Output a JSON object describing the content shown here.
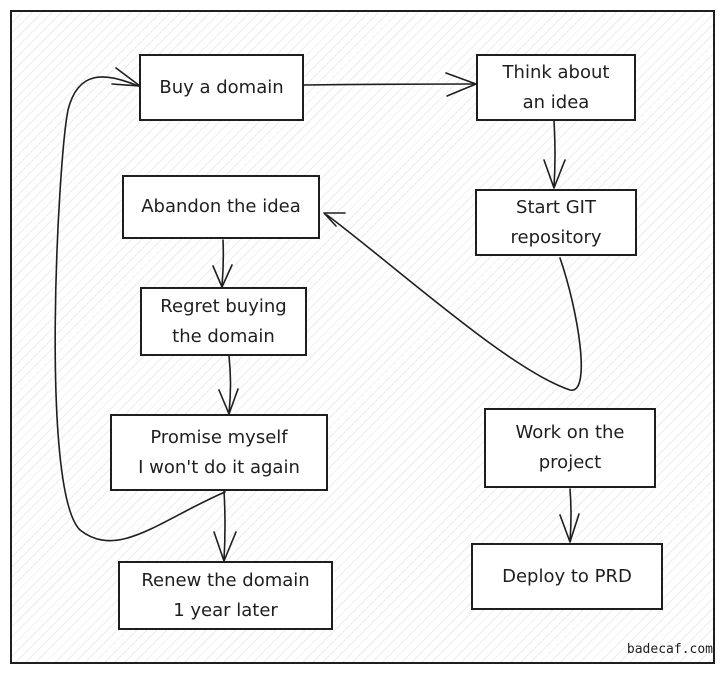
{
  "diagram": {
    "nodes": {
      "buy_domain": "Buy a domain",
      "think_idea": "Think about\nan idea",
      "start_git": "Start GIT\nrepository",
      "abandon_idea": "Abandon the idea",
      "regret": "Regret buying\nthe domain",
      "promise": "Promise myself\nI won't do it again",
      "renew": "Renew the domain\n1 year later",
      "work_project": "Work on the\nproject",
      "deploy": "Deploy to PRD"
    },
    "edges": [
      {
        "from": "buy_domain",
        "to": "think_idea"
      },
      {
        "from": "think_idea",
        "to": "start_git"
      },
      {
        "from": "start_git",
        "to": "abandon_idea"
      },
      {
        "from": "abandon_idea",
        "to": "regret"
      },
      {
        "from": "regret",
        "to": "promise"
      },
      {
        "from": "promise",
        "to": "renew"
      },
      {
        "from": "promise",
        "to": "buy_domain"
      },
      {
        "from": "work_project",
        "to": "deploy"
      }
    ],
    "watermark": "badecaf.com"
  }
}
